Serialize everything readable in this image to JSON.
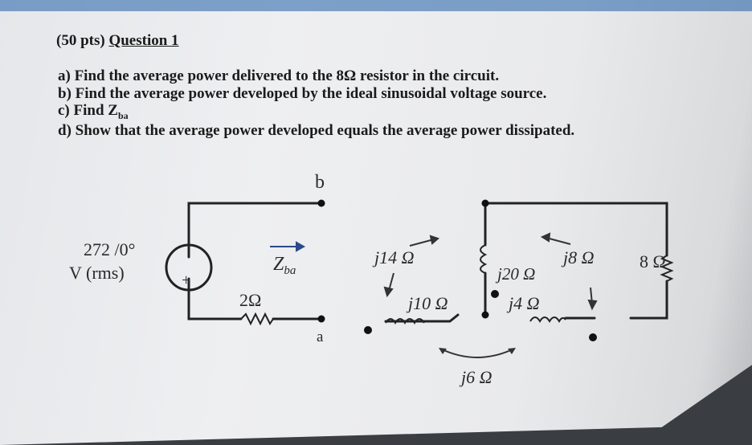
{
  "question": {
    "pts": "(50 pts)",
    "title": "Question 1",
    "a": "a) Find the average power delivered to the 8Ω resistor in the circuit.",
    "b": "b) Find the average power developed by the ideal sinusoidal voltage source.",
    "c_prefix": "c) Find Z",
    "c_sub": "ba",
    "d": "d) Show that the average power developed equals the average power dissipated."
  },
  "circuit": {
    "node_b": "b",
    "node_a": "a",
    "source_value": "272 /0°",
    "source_unit": "V (rms)",
    "source_minus": "−",
    "source_plus": "+",
    "r2": "2Ω",
    "zba_main": "Z",
    "zba_sub": "ba",
    "j14": "j14 Ω",
    "j10": "j10 Ω",
    "j20": "j20 Ω",
    "j8": "j8 Ω",
    "j4": "j4 Ω",
    "r8": "8 Ω",
    "j6": "j6 Ω"
  }
}
